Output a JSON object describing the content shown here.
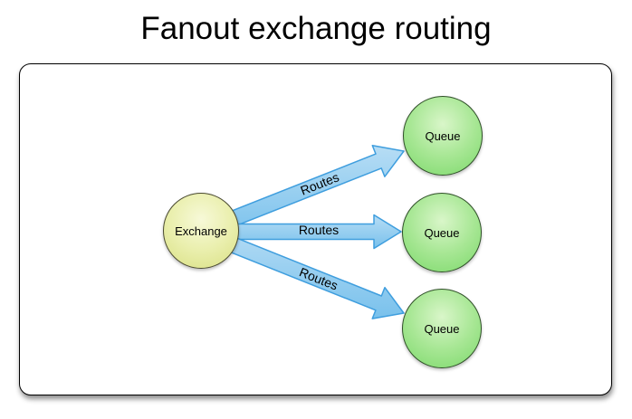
{
  "diagram": {
    "title": "Fanout exchange routing",
    "nodes": {
      "exchange": {
        "label": "Exchange"
      },
      "queue_top": {
        "label": "Queue"
      },
      "queue_middle": {
        "label": "Queue"
      },
      "queue_bottom": {
        "label": "Queue"
      }
    },
    "edges": {
      "top": {
        "label": "Routes"
      },
      "middle": {
        "label": "Routes"
      },
      "bottom": {
        "label": "Routes"
      }
    },
    "colors": {
      "exchange_fill_center": "#f7f9d8",
      "exchange_fill_edge": "#d9e083",
      "queue_fill_center": "#d9f6c9",
      "queue_fill_edge": "#7cd96b",
      "arrow_fill_light": "#b7ddf5",
      "arrow_fill_dark": "#79c1ec",
      "arrow_stroke": "#3f9ede",
      "panel_border": "#000000",
      "text": "#000000"
    }
  }
}
